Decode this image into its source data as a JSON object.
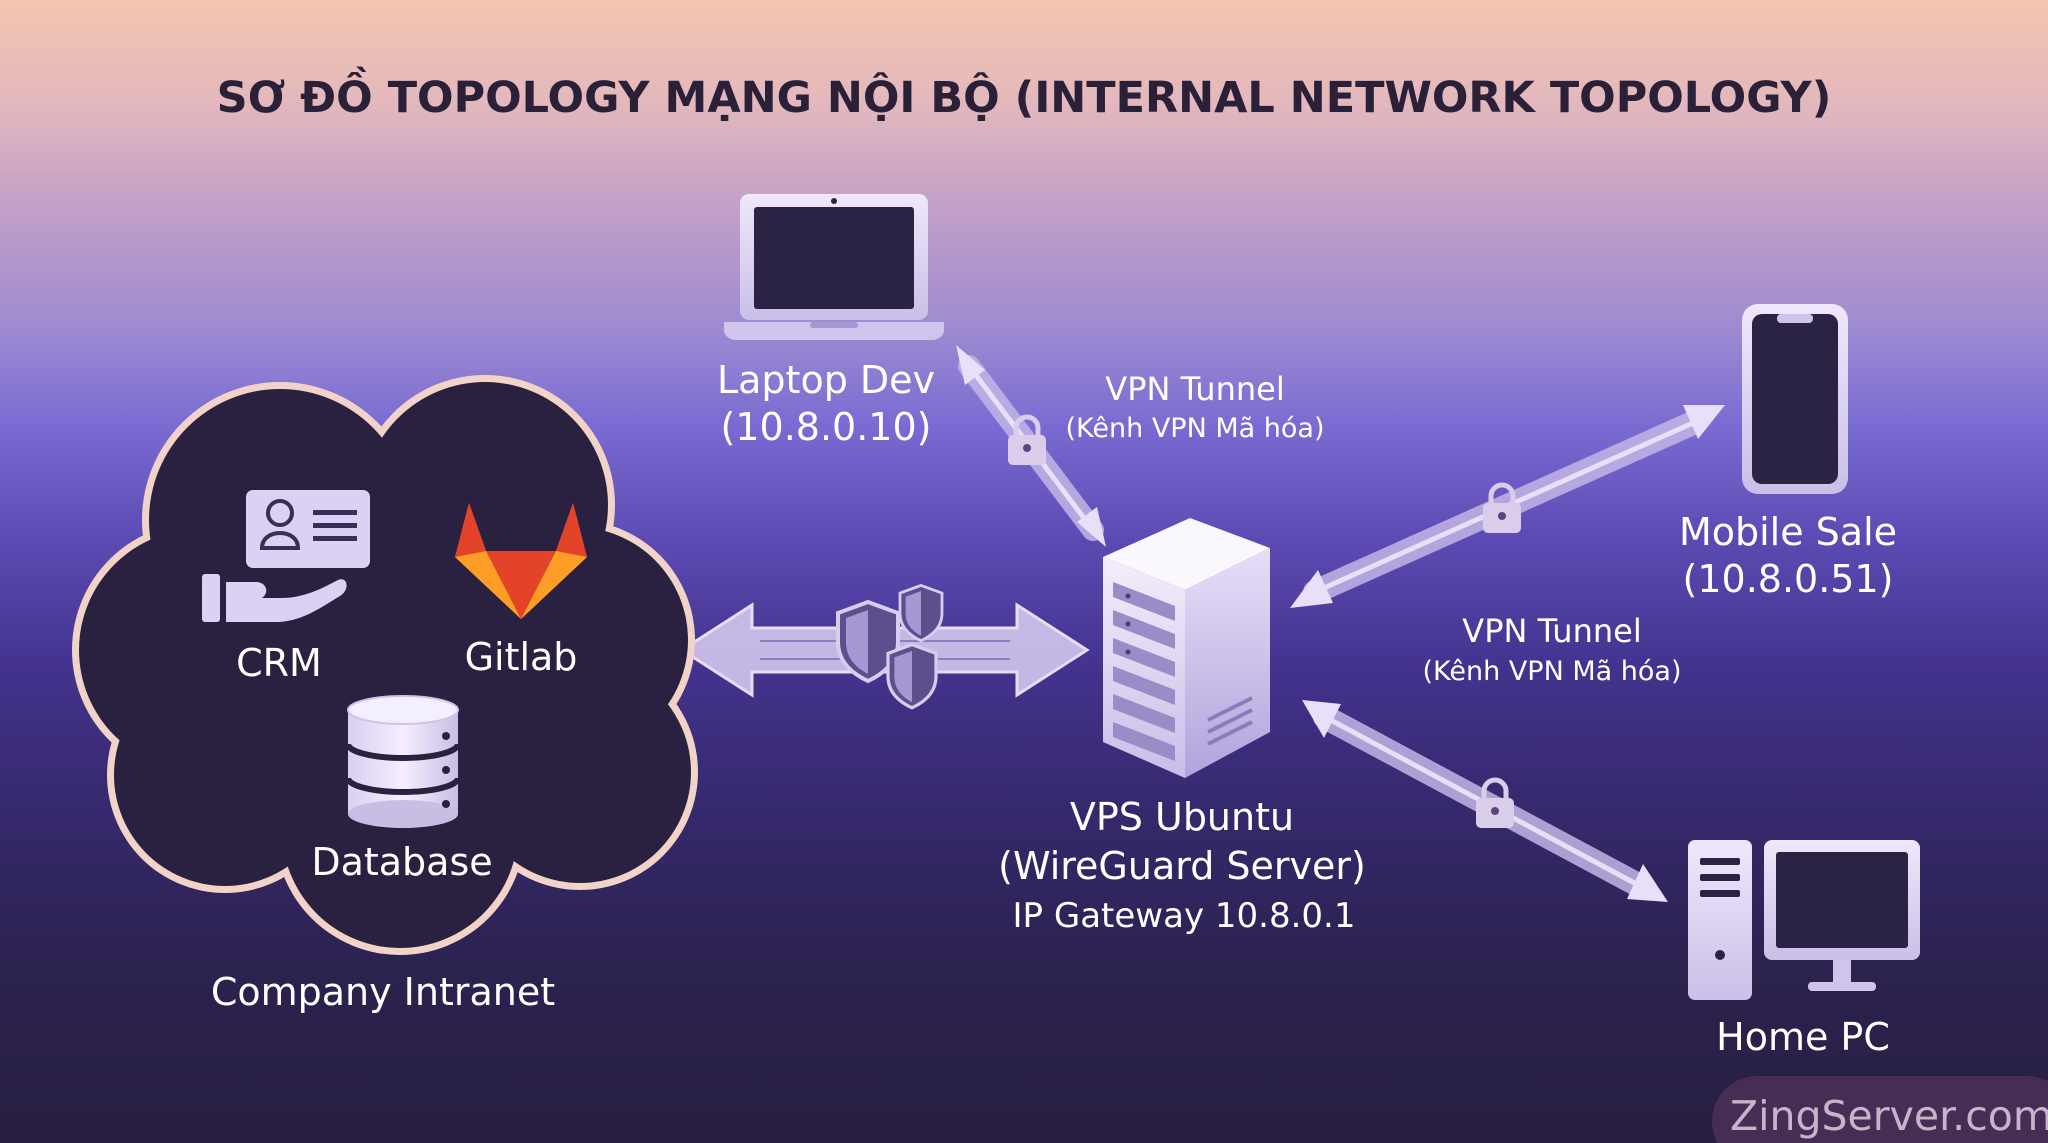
{
  "title": "SƠ ĐỒ TOPOLOGY MẠNG NỘI BỘ (INTERNAL NETWORK TOPOLOGY)",
  "intranet": {
    "label": "Company Intranet",
    "apps": {
      "crm": "CRM",
      "gitlab": "Gitlab",
      "database": "Database"
    }
  },
  "server": {
    "name": "VPS Ubuntu",
    "role": "(WireGuard Server)",
    "gateway": "IP Gateway 10.8.0.1"
  },
  "clients": {
    "laptop": {
      "name": "Laptop Dev",
      "ip": "(10.8.0.10)"
    },
    "mobile": {
      "name": "Mobile Sale",
      "ip": "(10.8.0.51)"
    },
    "home": {
      "name": "Home PC"
    }
  },
  "tunnels": {
    "top": {
      "label": "VPN Tunnel",
      "sublabel": "(Kênh VPN Mã hóa)"
    },
    "right": {
      "label": "VPN Tunnel",
      "sublabel": "(Kênh VPN Mã hóa)"
    }
  },
  "icons": [
    "laptop-icon",
    "smartphone-icon",
    "desktop-pc-icon",
    "server-icon",
    "cloud-icon",
    "crm-icon",
    "gitlab-icon",
    "database-icon",
    "lock-icon",
    "shield-icon"
  ],
  "colors": {
    "title": "#2a2038",
    "cloud_fill": "#2a2140",
    "cloud_stroke": "#f2d3c7",
    "device": "#ddd3f3",
    "gitlab_orange": "#fc6d26",
    "gitlab_red": "#e24329",
    "gitlab_yellow": "#fca326"
  },
  "watermark": "ZingServer.com"
}
